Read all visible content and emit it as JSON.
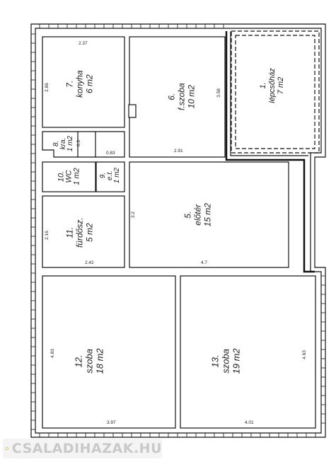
{
  "rooms": [
    {
      "id": "1",
      "number": "1.",
      "name": "lépcsőház",
      "area": "7 m2"
    },
    {
      "id": "5",
      "number": "5.",
      "name": "előtér",
      "area": "15 m2"
    },
    {
      "id": "6",
      "number": "6.",
      "name": "f.szoba",
      "area": "10 m2"
    },
    {
      "id": "7",
      "number": "7.",
      "name": "konyha",
      "area": "6 m2"
    },
    {
      "id": "8",
      "number": "8.",
      "name": "kra.",
      "area": "1 m2"
    },
    {
      "id": "9",
      "number": "9.",
      "name": "e.t.",
      "area": "1 m2"
    },
    {
      "id": "10",
      "number": "10.",
      "name": "WC",
      "area": "1 m2"
    },
    {
      "id": "11",
      "number": "11.",
      "name": "fürdősz.",
      "area": "5 m2"
    },
    {
      "id": "12",
      "number": "12.",
      "name": "szoba",
      "area": "18 m2"
    },
    {
      "id": "13",
      "number": "13.",
      "name": "szoba",
      "area": "19 m2"
    }
  ],
  "dimensions": {
    "kitchen_top": "2.37",
    "kitchen_side": "2.86",
    "room6_side": "3.58",
    "room6_bottom": "2.91",
    "kra_side": "0.3",
    "kra_bottom": "0.83",
    "entry_side": "3.2",
    "entry_bottom": "4.7",
    "bath_side": "2.16",
    "bath_bottom": "2.42",
    "room12_side": "4.83",
    "room12_bottom": "3.97",
    "room13_side": "4.63",
    "room13_bottom": "4.01"
  },
  "watermark": {
    "text": "CSALADIHAZAK.HU"
  }
}
